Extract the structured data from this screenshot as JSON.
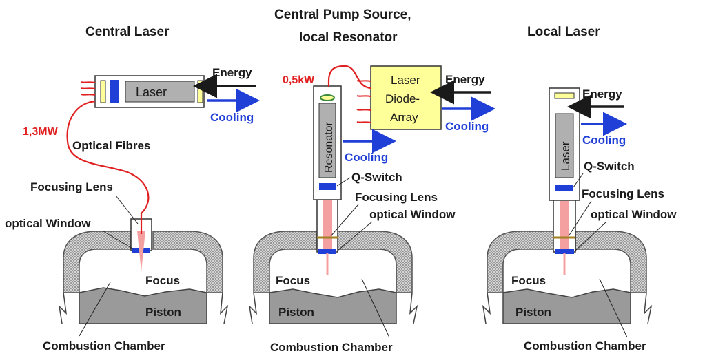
{
  "panels": {
    "central_laser": {
      "title": "Central Laser",
      "laser": "Laser",
      "energy": "Energy",
      "cooling": "Cooling",
      "power": "1,3MW",
      "fibres": "Optical Fibres",
      "lens": "Focusing Lens",
      "window": "optical Window",
      "focus": "Focus",
      "piston": "Piston",
      "chamber": "Combustion Chamber"
    },
    "central_pump": {
      "title_line1": "Central Pump Source,",
      "title_line2": "local Resonator",
      "diode_line1": "Laser",
      "diode_line2": "Diode-",
      "diode_line3": "Array",
      "energy": "Energy",
      "cooling_diode": "Cooling",
      "power": "0,5kW",
      "resonator": "Resonator",
      "cooling_resonator": "Cooling",
      "qswitch": "Q-Switch",
      "lens": "Focusing Lens",
      "window": "optical Window",
      "focus": "Focus",
      "piston": "Piston",
      "chamber": "Combustion Chamber"
    },
    "local_laser": {
      "title": "Local Laser",
      "energy": "Energy",
      "cooling": "Cooling",
      "laser": "Laser",
      "qswitch": "Q-Switch",
      "lens": "Focusing Lens",
      "window": "optical Window",
      "focus": "Focus",
      "piston": "Piston",
      "chamber": "Combustion Chamber"
    }
  },
  "colors": {
    "text": "#1a1a1a",
    "accent_blue": "#1f3fd6",
    "fibre_red": "#e02020",
    "beam": "#f4a0a0",
    "diode_yellow": "#ffff99",
    "laser_rod": "#b0b0b0",
    "piston": "#909090",
    "head_hatch": "#8a8a8a"
  }
}
